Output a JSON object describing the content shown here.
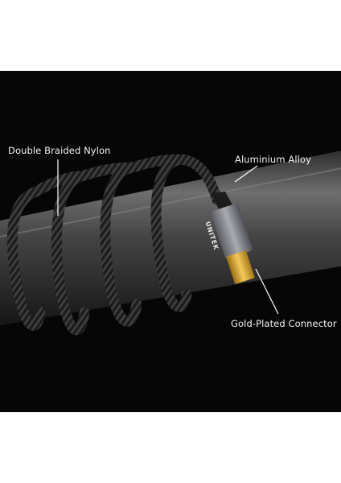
{
  "labels": {
    "double_braided_nylon": "Double Braided Nylon",
    "aluminium_alloy": "Aluminium Alloy",
    "gold_plated_connector": "Gold-Plated Connector"
  },
  "brand": "UNITEK",
  "colors": {
    "background": "#060606",
    "label_text": "#f2f2f2",
    "gold": "#d8a632",
    "tube": "#4a4a4a"
  }
}
